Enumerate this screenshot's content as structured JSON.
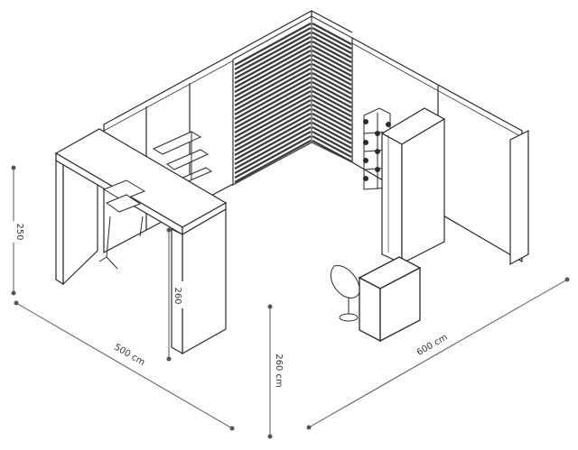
{
  "dimensions": {
    "left_height": "250",
    "front_panel_height": "260",
    "depth": "500 cm",
    "front_height": "260 cm",
    "width": "600 cm"
  },
  "colors": {
    "line": "#2a2a2a",
    "dim_line": "#555555",
    "slat": "#3a3a3a",
    "panel_fill": "#ffffff"
  }
}
